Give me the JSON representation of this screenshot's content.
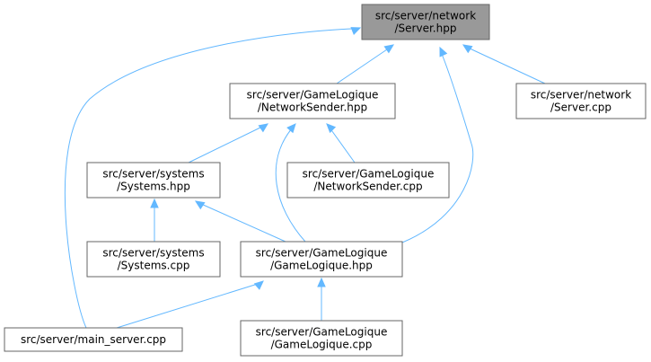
{
  "diagram": {
    "nodes": [
      {
        "id": "server_hpp",
        "lines": [
          "src/server/network",
          "/Server.hpp"
        ],
        "focus": true
      },
      {
        "id": "networksender_hpp",
        "lines": [
          "src/server/GameLogique",
          "/NetworkSender.hpp"
        ],
        "focus": false
      },
      {
        "id": "server_cpp",
        "lines": [
          "src/server/network",
          "/Server.cpp"
        ],
        "focus": false
      },
      {
        "id": "systems_hpp",
        "lines": [
          "src/server/systems",
          "/Systems.hpp"
        ],
        "focus": false
      },
      {
        "id": "networksender_cpp",
        "lines": [
          "src/server/GameLogique",
          "/NetworkSender.cpp"
        ],
        "focus": false
      },
      {
        "id": "systems_cpp",
        "lines": [
          "src/server/systems",
          "/Systems.cpp"
        ],
        "focus": false
      },
      {
        "id": "gamelogique_hpp",
        "lines": [
          "src/server/GameLogique",
          "/GameLogique.hpp"
        ],
        "focus": false
      },
      {
        "id": "main_server_cpp",
        "lines": [
          "src/server/main_server.cpp"
        ],
        "focus": false
      },
      {
        "id": "gamelogique_cpp",
        "lines": [
          "src/server/GameLogique",
          "/GameLogique.cpp"
        ],
        "focus": false
      }
    ],
    "edges": [
      {
        "from": "networksender_hpp",
        "to": "server_hpp"
      },
      {
        "from": "server_cpp",
        "to": "server_hpp"
      },
      {
        "from": "gamelogique_hpp",
        "to": "server_hpp"
      },
      {
        "from": "main_server_cpp",
        "to": "server_hpp"
      },
      {
        "from": "systems_hpp",
        "to": "networksender_hpp"
      },
      {
        "from": "networksender_cpp",
        "to": "networksender_hpp"
      },
      {
        "from": "gamelogique_hpp",
        "to": "networksender_hpp"
      },
      {
        "from": "systems_cpp",
        "to": "systems_hpp"
      },
      {
        "from": "gamelogique_hpp",
        "to": "systems_hpp"
      },
      {
        "from": "main_server_cpp",
        "to": "gamelogique_hpp"
      },
      {
        "from": "gamelogique_cpp",
        "to": "gamelogique_hpp"
      }
    ],
    "colors": {
      "edge": "#63b8ff",
      "node_border": "#666666",
      "focus_fill": "#999999",
      "node_fill": "#ffffff"
    }
  }
}
